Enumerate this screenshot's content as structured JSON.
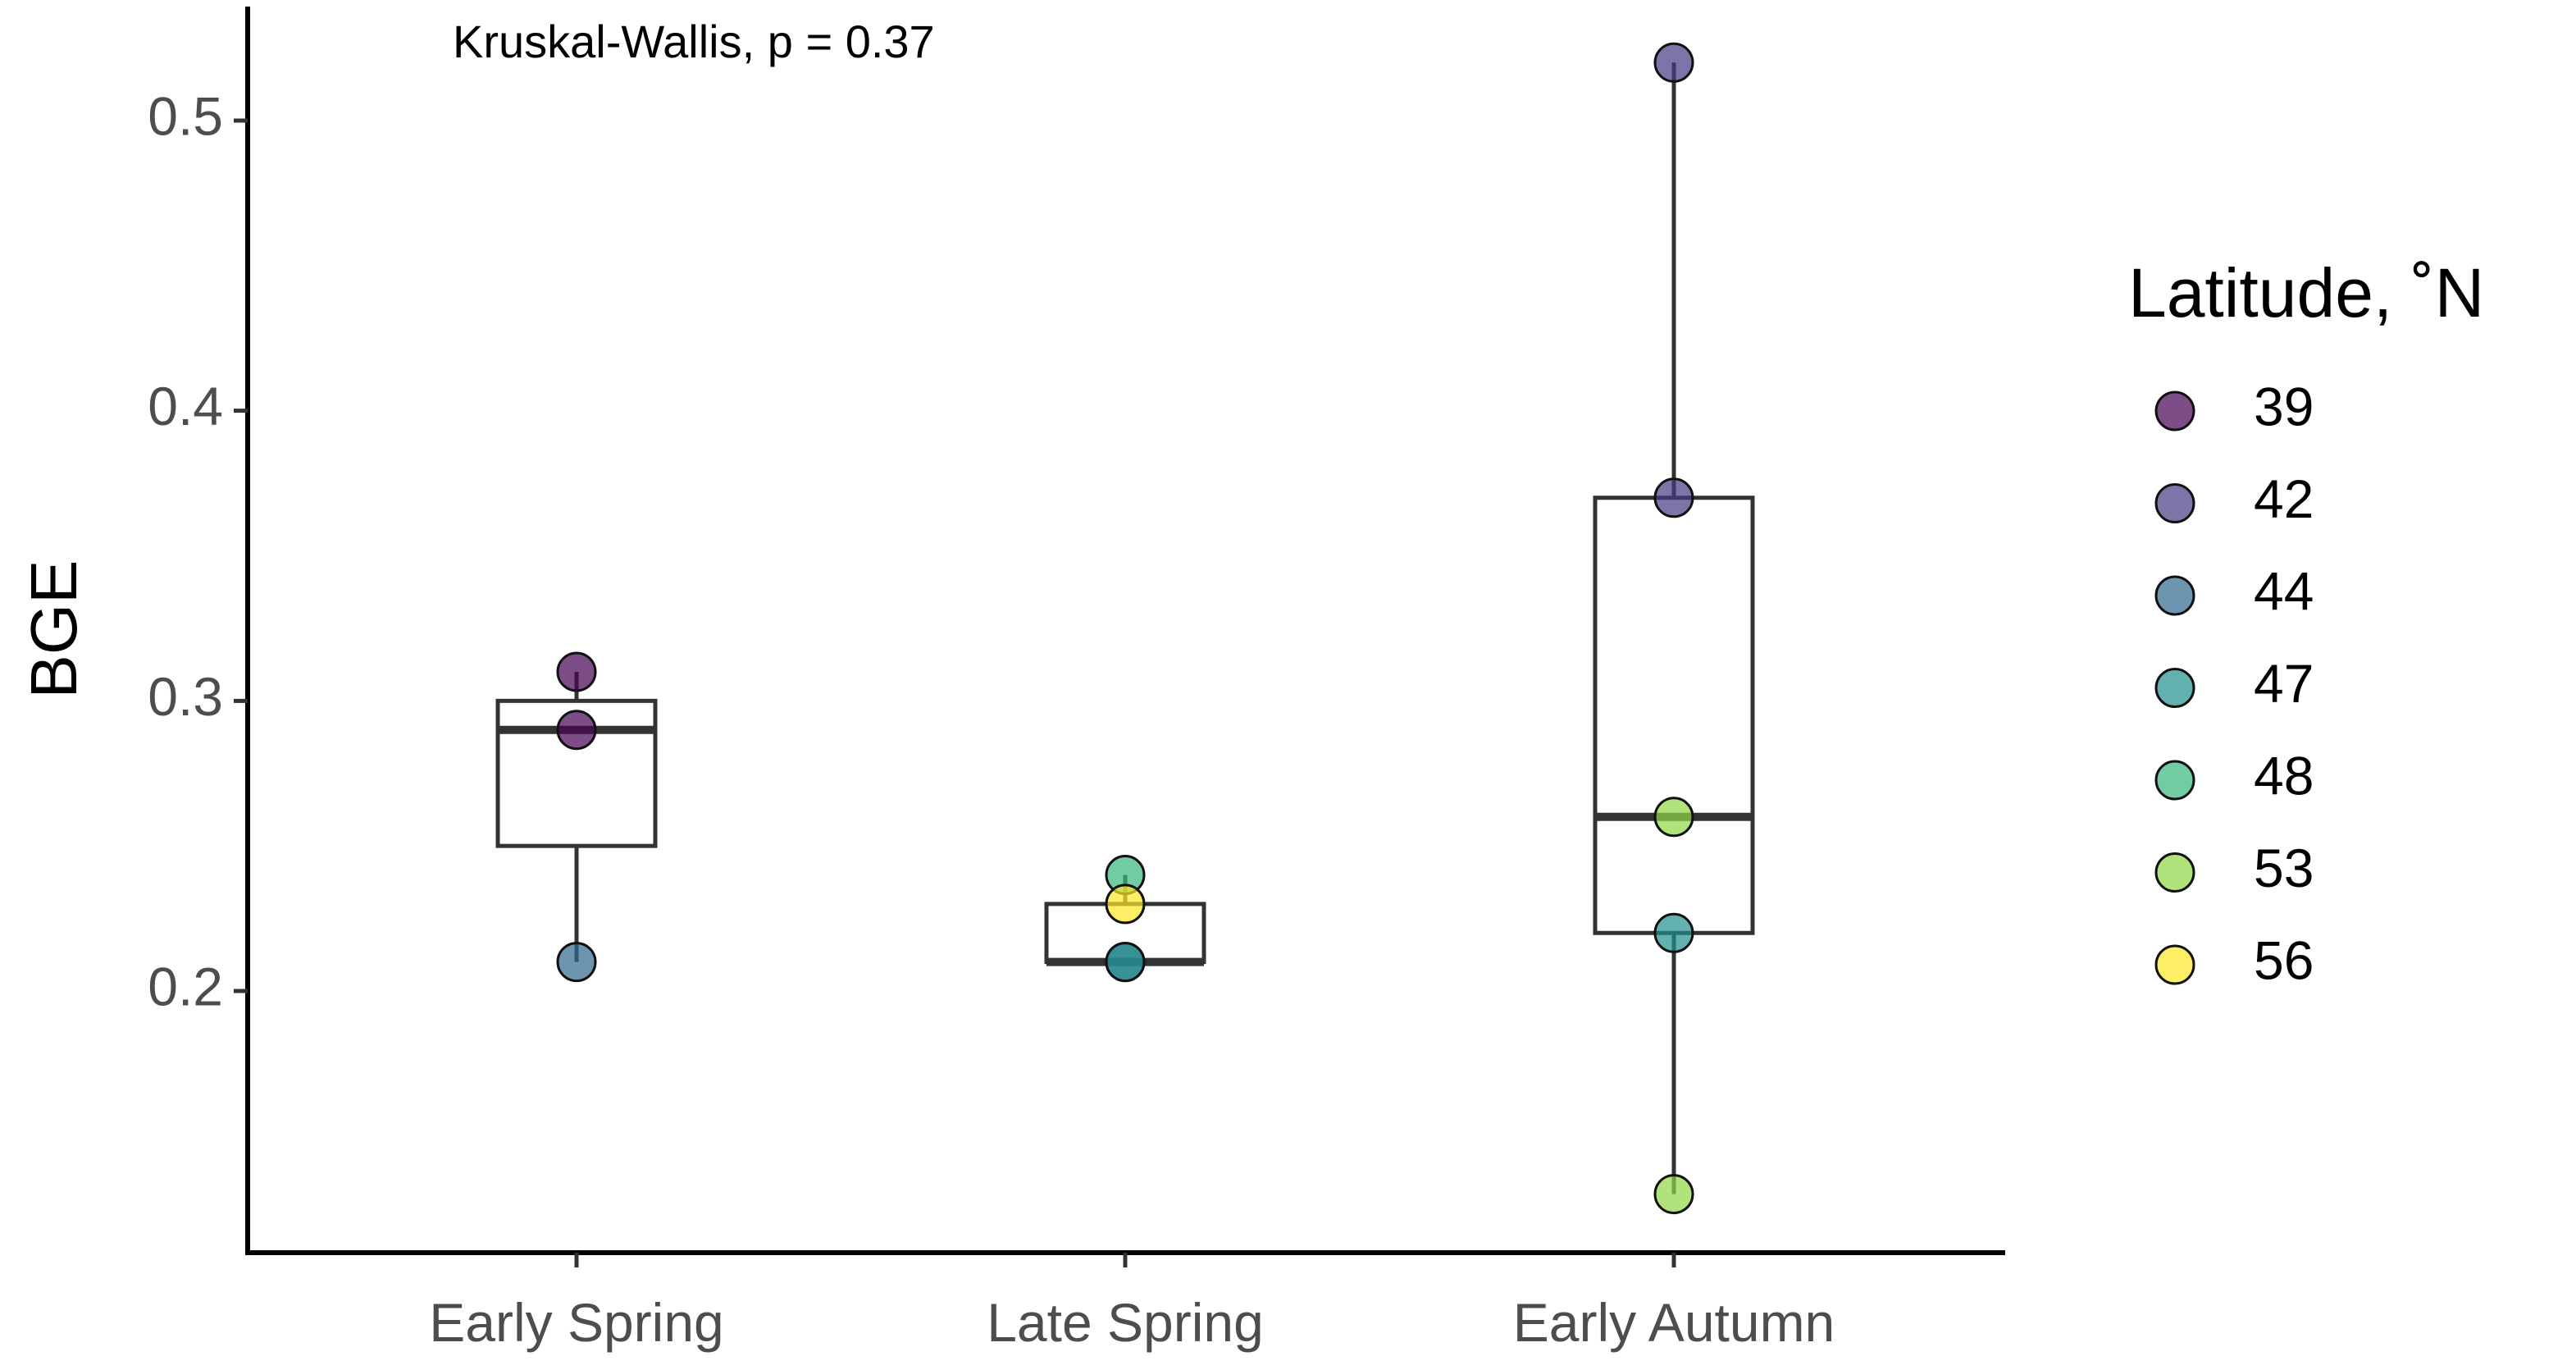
{
  "chart_data": {
    "type": "box",
    "title": "",
    "xlabel": "",
    "ylabel": "BGE",
    "ylim": [
      0.11,
      0.54
    ],
    "yticks": [
      0.2,
      0.3,
      0.4,
      0.5
    ],
    "ytick_labels": [
      "0.2",
      "0.3",
      "0.4",
      "0.5"
    ],
    "categories": [
      "Early Spring",
      "Late Spring",
      "Early Autumn"
    ],
    "annotation": "Kruskal-Wallis, p = 0.37",
    "grid": false,
    "legend": {
      "title": "Latitude, ˚N",
      "placement": "right",
      "items": [
        {
          "label": "39",
          "color": "#440154"
        },
        {
          "label": "42",
          "color": "#443A83"
        },
        {
          "label": "44",
          "color": "#31688E"
        },
        {
          "label": "47",
          "color": "#21908C"
        },
        {
          "label": "48",
          "color": "#35B779"
        },
        {
          "label": "53",
          "color": "#8FD744"
        },
        {
          "label": "56",
          "color": "#FDE725"
        }
      ]
    },
    "boxes": [
      {
        "category": "Early Spring",
        "whisker_low": 0.21,
        "q1": 0.25,
        "median": 0.29,
        "q3": 0.3,
        "whisker_high": 0.31
      },
      {
        "category": "Late Spring",
        "whisker_low": 0.21,
        "q1": 0.21,
        "median": 0.21,
        "q3": 0.23,
        "whisker_high": 0.24
      },
      {
        "category": "Early Autumn",
        "whisker_low": 0.13,
        "q1": 0.22,
        "median": 0.26,
        "q3": 0.37,
        "whisker_high": 0.52
      }
    ],
    "points": [
      {
        "category": "Early Spring",
        "y": 0.31,
        "latitude": "39"
      },
      {
        "category": "Early Spring",
        "y": 0.29,
        "latitude": "39"
      },
      {
        "category": "Early Spring",
        "y": 0.21,
        "latitude": "44"
      },
      {
        "category": "Late Spring",
        "y": 0.24,
        "latitude": "48"
      },
      {
        "category": "Late Spring",
        "y": 0.23,
        "latitude": "56"
      },
      {
        "category": "Late Spring",
        "y": 0.21,
        "latitude": "44"
      },
      {
        "category": "Late Spring",
        "y": 0.21,
        "latitude": "47"
      },
      {
        "category": "Early Autumn",
        "y": 0.52,
        "latitude": "42"
      },
      {
        "category": "Early Autumn",
        "y": 0.37,
        "latitude": "42"
      },
      {
        "category": "Early Autumn",
        "y": 0.26,
        "latitude": "53"
      },
      {
        "category": "Early Autumn",
        "y": 0.22,
        "latitude": "47"
      },
      {
        "category": "Early Autumn",
        "y": 0.13,
        "latitude": "53"
      }
    ]
  }
}
